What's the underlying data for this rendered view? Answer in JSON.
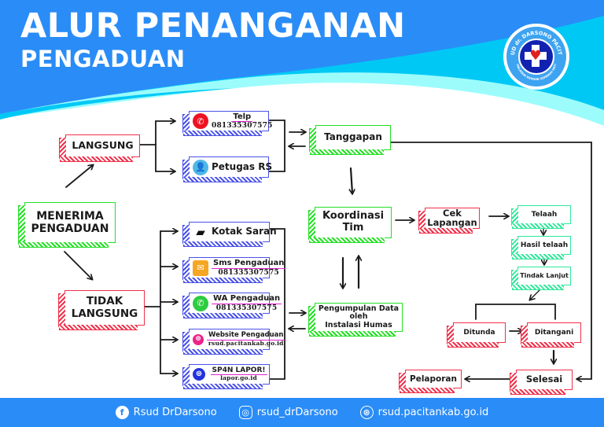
{
  "header": {
    "title_line1": "ALUR PENANGANAN",
    "title_line2": "PENGADUAN",
    "logo": {
      "ring_text_top": "RSUD dr. DARSONO PACITAN",
      "ring_text_bottom": "MELAYANI DENGAN SEPENUH HATI",
      "icon": "hospital-cross-heart-icon"
    },
    "colors": {
      "primary_blue": "#2a8cf7",
      "cyan": "#00c8f5",
      "light_cyan": "#9cfcfc"
    }
  },
  "flow": {
    "start": {
      "label_line1": "MENERIMA",
      "label_line2": "PENGADUAN"
    },
    "langsung": {
      "label": "LANGSUNG"
    },
    "tidak_langsung": {
      "label_line1": "TIDAK",
      "label_line2": "LANGSUNG"
    },
    "direct_channels": [
      {
        "icon": "phone-icon",
        "label": "Telp",
        "value": "081335307575"
      },
      {
        "icon": "officer-icon",
        "label": "Petugas RS"
      }
    ],
    "indirect_channels": [
      {
        "icon": "suggestion-box-icon",
        "label": "Kotak Saran"
      },
      {
        "icon": "envelope-icon",
        "label": "Sms Pengaduan",
        "value": "081335307575"
      },
      {
        "icon": "whatsapp-icon",
        "label": "WA Pengaduan",
        "value": "081335307575"
      },
      {
        "icon": "globe-icon",
        "label": "Website Pengaduan",
        "value": "rsud.pacitankab.go.id"
      },
      {
        "icon": "globe-icon",
        "label": "SP4N LAPOR!",
        "value": "lapor.go.id"
      }
    ],
    "tanggapan": {
      "label": "Tanggapan"
    },
    "koordinasi": {
      "label_line1": "Koordinasi",
      "label_line2": "Tim"
    },
    "pengumpulan": {
      "label_line1": "Pengumpulan Data",
      "label_line2": "oleh",
      "label_line3": "Instalasi Humas"
    },
    "cek_lapangan": {
      "label_line1": "Cek",
      "label_line2": "Lapangan"
    },
    "telaah": {
      "label": "Telaah"
    },
    "hasil_telaah": {
      "label": "Hasil telaah"
    },
    "tindak_lanjut": {
      "label": "Tindak Lanjut"
    },
    "ditunda": {
      "label": "Ditunda"
    },
    "ditangani": {
      "label": "Ditangani"
    },
    "selesai": {
      "label": "Selesai"
    },
    "pelaporan": {
      "label": "Pelaporan"
    }
  },
  "footer": {
    "items": [
      {
        "icon": "facebook-icon",
        "glyph": "f",
        "text": "Rsud DrDarsono"
      },
      {
        "icon": "instagram-icon",
        "glyph": "◎",
        "text": "rsud_drDarsono"
      },
      {
        "icon": "website-icon",
        "glyph": "⊛",
        "text": "rsud.pacitankab.go.id"
      }
    ]
  }
}
